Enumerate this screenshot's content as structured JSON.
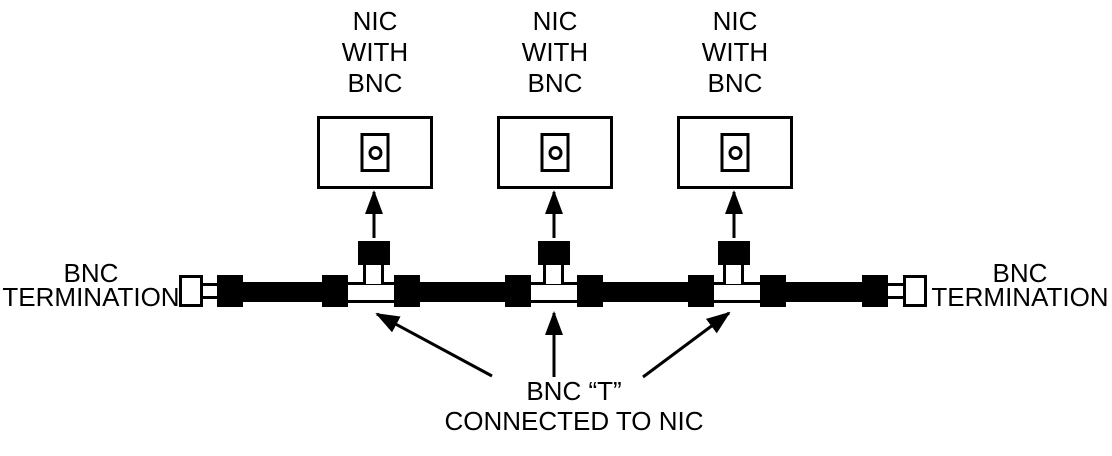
{
  "colors": {
    "background": "#ffffff",
    "ink": "#000000"
  },
  "labels": {
    "nic": [
      "NIC",
      "WITH",
      "BNC"
    ],
    "termination": [
      "BNC",
      "TERMINATION"
    ],
    "bnc_t": [
      "BNC “T”",
      "CONNECTED TO NIC"
    ]
  }
}
